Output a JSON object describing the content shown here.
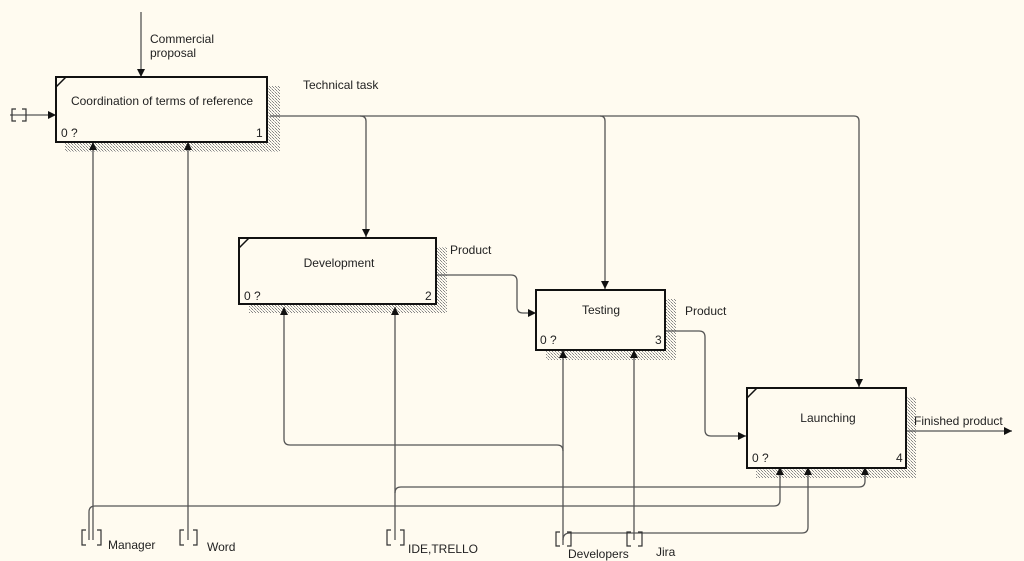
{
  "diagram": {
    "type": "IDEF0",
    "colors": {
      "background": "#fffbf0",
      "box_border": "#111111",
      "arrow": "#555555",
      "text": "#222222"
    },
    "boxes": [
      {
        "id": "a1",
        "title": "Coordination of terms of reference",
        "cost": "0 ?",
        "number": "1"
      },
      {
        "id": "a2",
        "title": "Development",
        "cost": "0 ?",
        "number": "2"
      },
      {
        "id": "a3",
        "title": "Testing",
        "cost": "0 ?",
        "number": "3"
      },
      {
        "id": "a4",
        "title": "Launching",
        "cost": "0 ?",
        "number": "4"
      }
    ],
    "arrows": {
      "commercial_proposal": "Commercial",
      "commercial_proposal_2": "proposal",
      "technical_task": "Technical task",
      "product_1": "Product",
      "product_2": "Product",
      "finished_product": "Finished product",
      "manager": "Manager",
      "word": "Word",
      "ide_trello": "IDE,TRELLO",
      "developers": "Developers",
      "jira": "Jira"
    },
    "tunnel_icon": "tunnel-bracket-icon"
  }
}
